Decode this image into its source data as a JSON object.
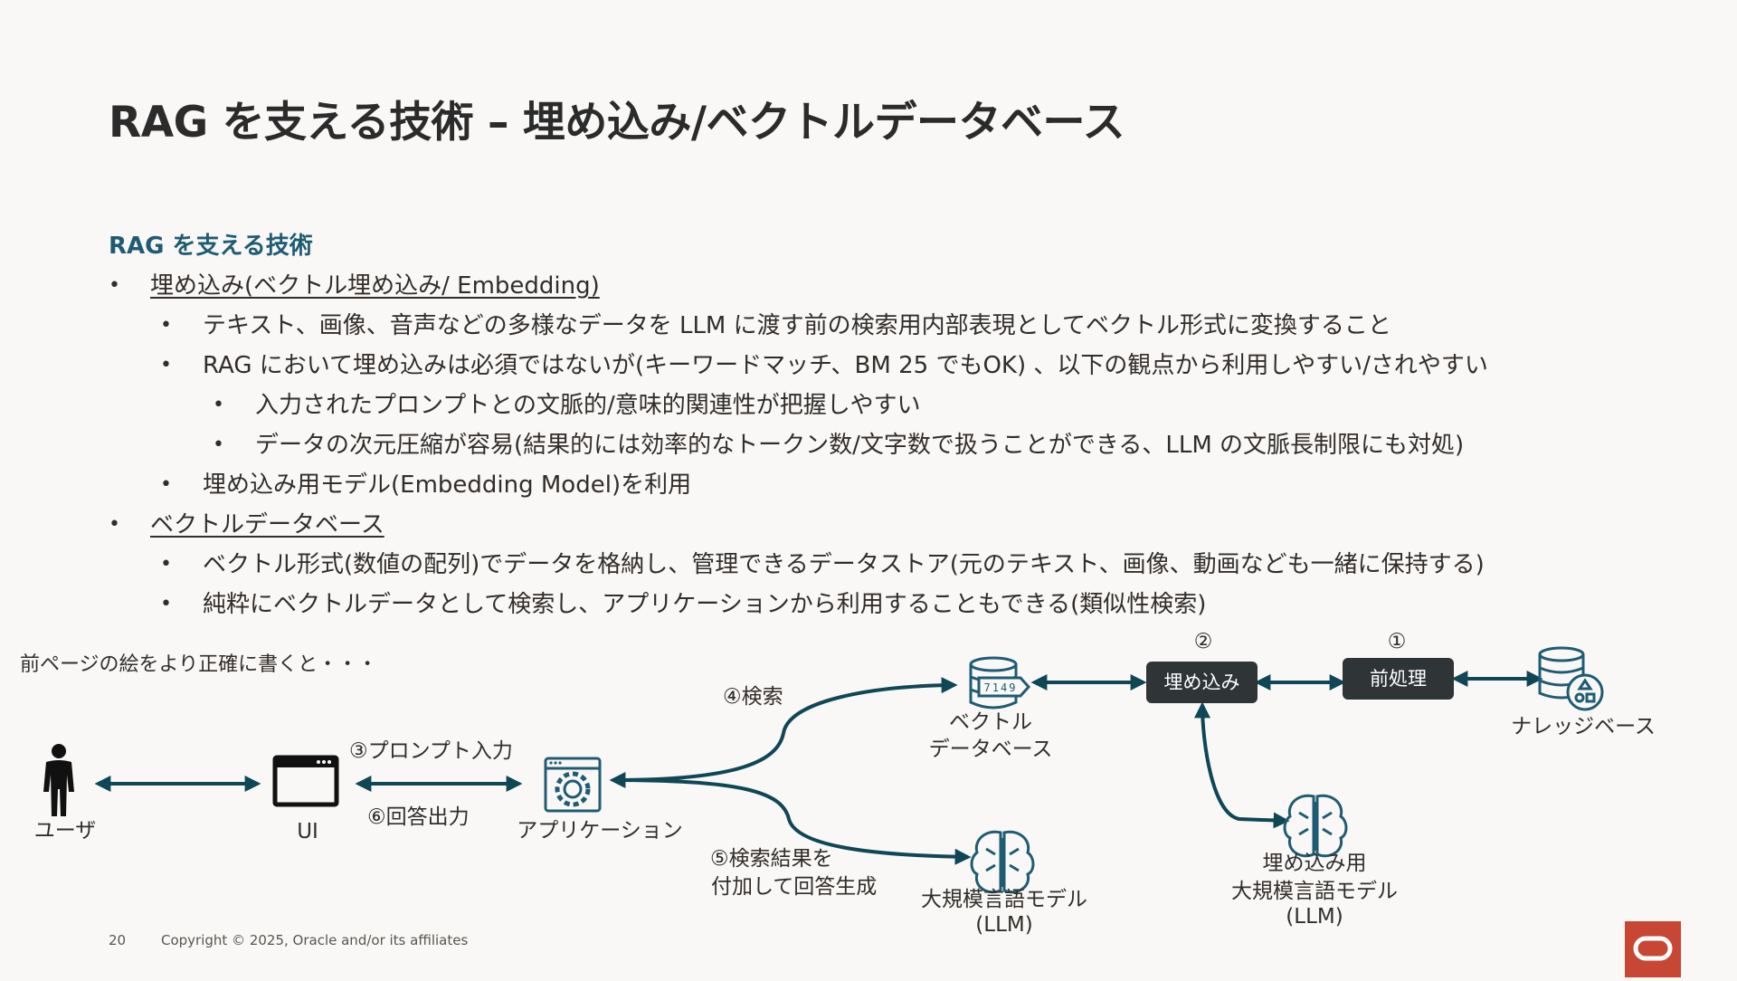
{
  "slide": {
    "title": "RAG を支える技術 – 埋め込み/ベクトルデータベース",
    "heading": "RAG を支える技術",
    "bullets": {
      "b1": "埋め込み(ベクトル埋め込み/ Embedding)",
      "b1_1": "テキスト、画像、音声などの多様なデータを LLM に渡す前の検索用内部表現としてベクトル形式に変換すること",
      "b1_2": "RAG において埋め込みは必須ではないが(キーワードマッチ、BM 25 でもOK) 、以下の観点から利用しやすい/されやすい",
      "b1_2_1": "入力されたプロンプトとの文脈的/意味的関連性が把握しやすい",
      "b1_2_2": "データの次元圧縮が容易(結果的には効率的なトークン数/文字数で扱うことができる、LLM の文脈長制限にも対処)",
      "b1_3": "埋め込み用モデル(Embedding Model)を利用",
      "b2": "ベクトルデータベース",
      "b2_1": "ベクトル形式(数値の配列)でデータを格納し、管理できるデータストア(元のテキスト、画像、動画なども一緒に保持する)",
      "b2_2": "純粋にベクトルデータとして検索し、アプリケーションから利用することもできる(類似性検索)"
    },
    "bullet_glyph": "•",
    "note": "前ページの絵をより正確に書くと・・・"
  },
  "diagram": {
    "user": "ユーザ",
    "ui": "UI",
    "app": "アプリケーション",
    "vdb_line1": "ベクトル",
    "vdb_line2": "データベース",
    "llm_line1": "大規模言語モデル",
    "llm_line2": "(LLM)",
    "embed_box": "埋め込み",
    "pre_box": "前処理",
    "kb": "ナレッジベース",
    "emb_model_line1": "埋め込み用",
    "emb_model_line2": "大規模言語モデル",
    "emb_model_line3": "(LLM)",
    "prompt_in": "③プロンプト入力",
    "answer_out": "⑥回答出力",
    "search": "④検索",
    "gen_line1": "⑤検索結果を",
    "gen_line2": "付加して回答生成",
    "step1": "①",
    "step2": "②",
    "vdb_digits": "7149",
    "arrow_color": "#0f4756",
    "icon_color": "#1f5c73"
  },
  "footer": {
    "page": "20",
    "copyright": "Copyright © 2025, Oracle and/or its affiliates"
  },
  "brand_color": "#c74634"
}
